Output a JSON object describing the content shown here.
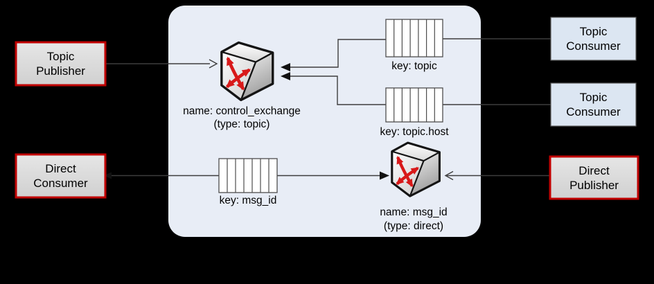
{
  "nodes": {
    "topic_publisher": {
      "line1": "Topic",
      "line2": "Publisher"
    },
    "direct_consumer": {
      "line1": "Direct",
      "line2": "Consumer"
    },
    "topic_consumer_1": {
      "line1": "Topic",
      "line2": "Consumer"
    },
    "topic_consumer_2": {
      "line1": "Topic",
      "line2": "Consumer"
    },
    "direct_publisher": {
      "line1": "Direct",
      "line2": "Publisher"
    }
  },
  "exchanges": {
    "control": {
      "name": "name: control_exchange",
      "type": "(type: topic)"
    },
    "msg": {
      "name": "name: msg_id",
      "type": "(type: direct)"
    }
  },
  "queues": {
    "topic": {
      "label": "key: topic"
    },
    "topic_host": {
      "label": "key: topic.host"
    },
    "msg_id": {
      "label": "key: msg_id"
    }
  },
  "colors": {
    "background": "#000000",
    "panel_fill": "#e8edf6",
    "publisher_border": "#c00000",
    "publisher_fill": "#d9d9d9",
    "consumer_fill": "#dce6f2",
    "connector_line": "#3d3d3d",
    "exchange_arrow_red": "#d81919"
  }
}
